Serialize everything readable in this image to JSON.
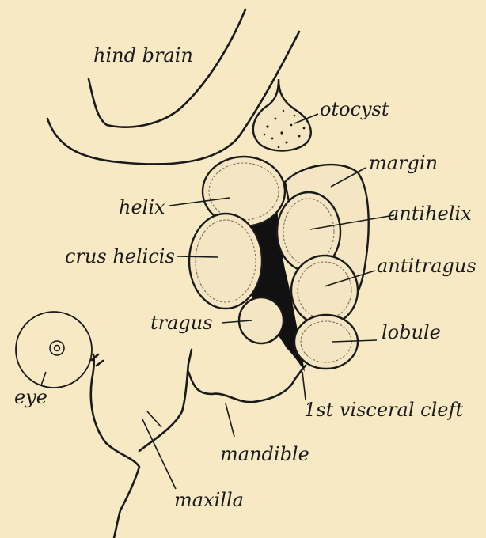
{
  "labels": {
    "hind_brain": "hind brain",
    "otocyst": "otocyst",
    "margin": "margin",
    "helix": "helix",
    "antihelix": "antihelix",
    "crus_helicis": "crus helicis",
    "antitragus": "antitragus",
    "tragus": "tragus",
    "lobule": "lobule",
    "eye": "eye",
    "first_visceral_cleft": "1st visceral cleft",
    "mandible": "mandible",
    "maxilla": "maxilla"
  },
  "colors": {
    "background": "#f7e9c4",
    "ink": "#1a1a1a"
  }
}
